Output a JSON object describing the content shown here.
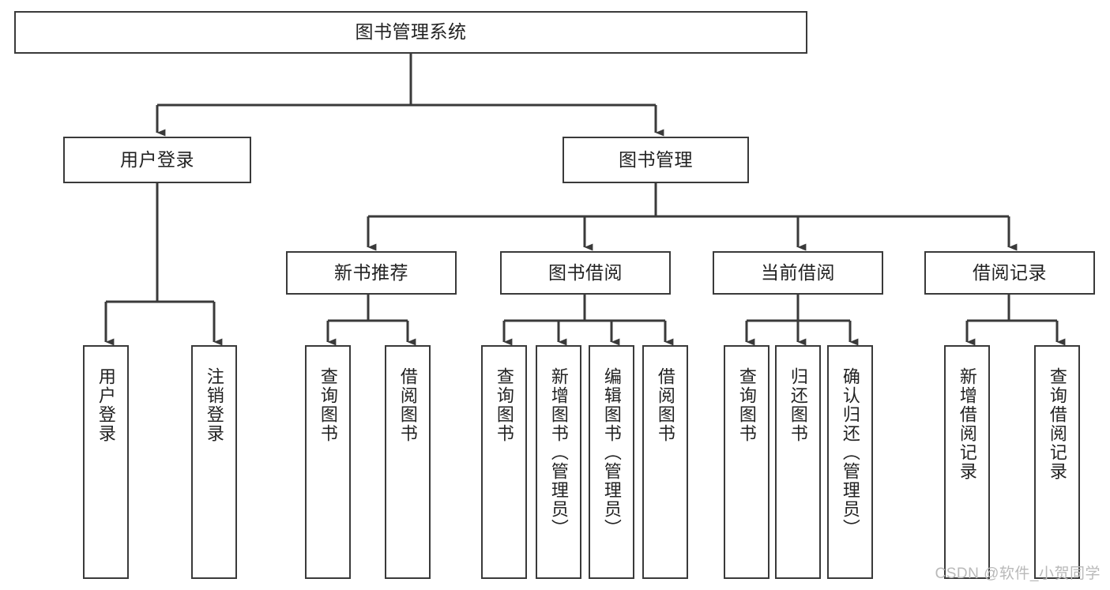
{
  "diagram": {
    "kind": "tree-hierarchy-chart",
    "title_text": "图书管理系统",
    "background_color": "#ffffff",
    "line_color": "#3a3a3a",
    "text_color": "#222222",
    "watermark": "CSDN @软件_小贺同学",
    "levels": {
      "level1": [
        "图书管理系统"
      ],
      "level2": [
        "用户登录",
        "图书管理"
      ],
      "level3": [
        "新书推荐",
        "图书借阅",
        "当前借阅",
        "借阅记录"
      ],
      "level4": [
        "用户登录",
        "注销登录",
        "查询图书",
        "借阅图书",
        "查询图书",
        "新增图书（管理员）",
        "编辑图书（管理员）",
        "借阅图书",
        "查询图书",
        "归还图书",
        "确认归还（管理员）",
        "新增借阅记录",
        "查询借阅记录"
      ]
    },
    "nodes": {
      "root": {
        "label": "图书管理系统"
      },
      "user_login": {
        "label": "用户登录"
      },
      "book_manage": {
        "label": "图书管理"
      },
      "new_book_rec": {
        "label": "新书推荐"
      },
      "book_borrow": {
        "label": "图书借阅"
      },
      "current_borrow": {
        "label": "当前借阅"
      },
      "borrow_record": {
        "label": "借阅记录"
      },
      "leaf_user_login": {
        "label": "用户登录"
      },
      "leaf_logout": {
        "label": "注销登录"
      },
      "leaf_query_book_a": {
        "label": "查询图书"
      },
      "leaf_borrow_book_a": {
        "label": "借阅图书"
      },
      "leaf_query_book_b": {
        "label": "查询图书"
      },
      "leaf_add_book": {
        "label": "新增图书（管理员）"
      },
      "leaf_edit_book": {
        "label": "编辑图书（管理员）"
      },
      "leaf_borrow_book_b": {
        "label": "借阅图书"
      },
      "leaf_query_book_c": {
        "label": "查询图书"
      },
      "leaf_return_book": {
        "label": "归还图书"
      },
      "leaf_confirm_return": {
        "label": "确认归还（管理员）"
      },
      "leaf_add_record": {
        "label": "新增借阅记录"
      },
      "leaf_query_record": {
        "label": "查询借阅记录"
      }
    },
    "edges": [
      {
        "from": "图书管理系统",
        "to": "用户登录"
      },
      {
        "from": "图书管理系统",
        "to": "图书管理"
      },
      {
        "from": "用户登录",
        "to": "用户登录"
      },
      {
        "from": "用户登录",
        "to": "注销登录"
      },
      {
        "from": "图书管理",
        "to": "新书推荐"
      },
      {
        "from": "图书管理",
        "to": "图书借阅"
      },
      {
        "from": "图书管理",
        "to": "当前借阅"
      },
      {
        "from": "图书管理",
        "to": "借阅记录"
      },
      {
        "from": "新书推荐",
        "to": "查询图书"
      },
      {
        "from": "新书推荐",
        "to": "借阅图书"
      },
      {
        "from": "图书借阅",
        "to": "查询图书"
      },
      {
        "from": "图书借阅",
        "to": "新增图书（管理员）"
      },
      {
        "from": "图书借阅",
        "to": "编辑图书（管理员）"
      },
      {
        "from": "图书借阅",
        "to": "借阅图书"
      },
      {
        "from": "当前借阅",
        "to": "查询图书"
      },
      {
        "from": "当前借阅",
        "to": "归还图书"
      },
      {
        "from": "当前借阅",
        "to": "确认归还（管理员）"
      },
      {
        "from": "借阅记录",
        "to": "新增借阅记录"
      },
      {
        "from": "借阅记录",
        "to": "查询借阅记录"
      }
    ]
  }
}
